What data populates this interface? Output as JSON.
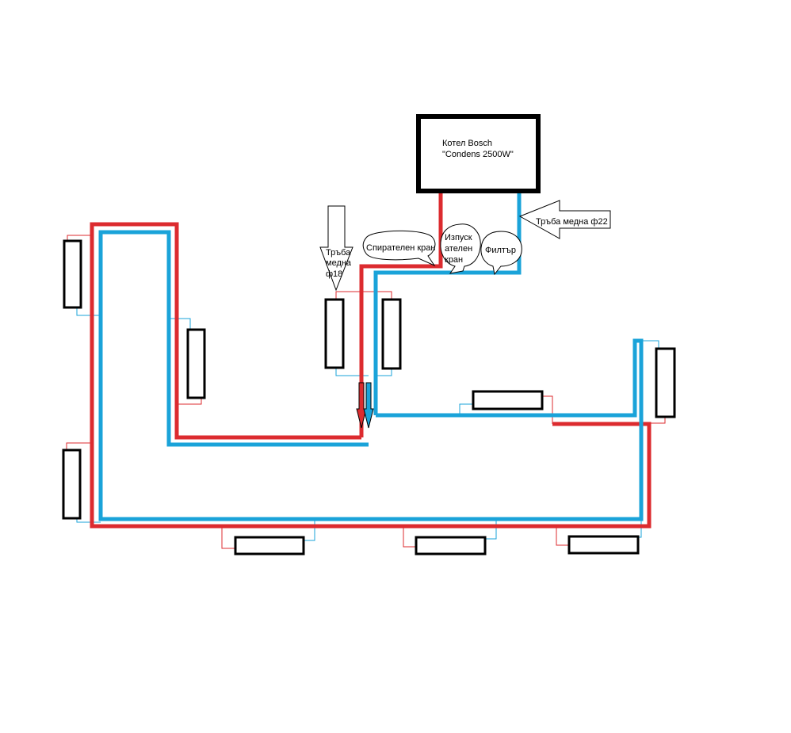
{
  "colors": {
    "supply": "#dc2b2f",
    "return": "#1aa3d9",
    "outline": "#000000",
    "background": "#ffffff"
  },
  "boiler": {
    "line1": "Котел Bosch",
    "line2": "\"Condens 2500W\""
  },
  "pipe_main_label": "Тръба медна ф22",
  "pipe_branch_label": {
    "line1": "Тръба",
    "line2": "медна",
    "line3": "ф18"
  },
  "bubble_shutoff_valve": "Спирателен кран",
  "bubble_drain_valve": {
    "line1": "Изпуск",
    "line2": "ателен",
    "line3": "кран"
  },
  "bubble_filter": "Филтър"
}
